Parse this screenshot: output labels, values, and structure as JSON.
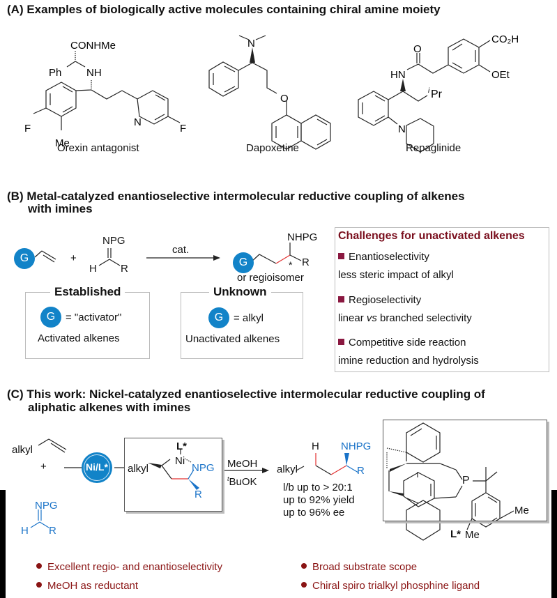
{
  "sectionA": {
    "title": "(A) Examples of biologically active molecules containing chiral amine moiety",
    "molecules": [
      {
        "name": "Orexin antagonist",
        "labels": {
          "amide": "CONHMe",
          "ph": "Ph",
          "nh": "NH",
          "f1": "F",
          "me": "Me",
          "n": "N",
          "f2": "F"
        }
      },
      {
        "name": "Dapoxetine",
        "labels": {
          "n": "N",
          "o": "O"
        }
      },
      {
        "name": "Repaglinide",
        "labels": {
          "o": "O",
          "hn": "HN",
          "co2h": "CO₂H",
          "oet": "OEt",
          "ipr": "iPr",
          "ipr_sup": "i",
          "ipr_main": "Pr",
          "n": "N"
        }
      }
    ]
  },
  "sectionB": {
    "title_line1": "(B) Metal-catalyzed enantioselective intermolecular reductive coupling of alkenes",
    "title_line2": "with imines",
    "g_label": "G",
    "plus": "+",
    "imine": {
      "npg": "NPG",
      "h": "H",
      "r": "R"
    },
    "arrow_label": "cat.",
    "product": {
      "nhpg": "NHPG",
      "star": "*",
      "r": "R",
      "note": "or regioisomer"
    },
    "established": {
      "title": "Established",
      "eq": "= \"activator\"",
      "caption": "Activated alkenes"
    },
    "unknown": {
      "title": "Unknown",
      "eq": "= alkyl",
      "caption": "Unactivated alkenes"
    },
    "challenges": {
      "title": "Challenges for unactivated alkenes",
      "items": [
        {
          "head": "Enantioselectivity",
          "detail": "less steric impact of alkyl"
        },
        {
          "head": "Regioselectivity",
          "detail_pre": "linear ",
          "detail_em": "vs",
          "detail_post": " branched selectivity"
        },
        {
          "head": "Competitive side reaction",
          "detail": "imine reduction and hydrolysis"
        }
      ]
    },
    "colors": {
      "g_circle": "#1283c8",
      "challenge_title": "#7a0f1e",
      "new_bond": "#e23030"
    }
  },
  "sectionC": {
    "title_line1": "(C) This work: Nickel-catalyzed enantioselective intermolecular reductive coupling of",
    "title_line2": "aliphatic alkenes with imines",
    "alkene_label": "alkyl",
    "plus": "+",
    "imine": {
      "npg": "NPG",
      "h": "H",
      "r": "R"
    },
    "catalyst": "Ni/L*",
    "intermediate": {
      "alkyl": "alkyl",
      "ligand": "L*",
      "ni": "Ni",
      "npg": "NPG",
      "r": "R"
    },
    "conditions": {
      "reagent1": "MeOH",
      "reagent2_sup": "t",
      "reagent2": "BuOK"
    },
    "product": {
      "h": "H",
      "nhpg": "NHPG",
      "alkyl": "alkyl",
      "r": "R"
    },
    "results": [
      "l/b up to > 20:1",
      "up to 92% yield",
      "up to 96% ee"
    ],
    "ligand": {
      "p": "P",
      "me1": "Me",
      "me2": "Me",
      "name": "L*"
    },
    "highlights": [
      "Excellent regio- and enantioselectivity",
      "MeOH as reductant",
      "Broad substrate scope",
      "Chiral spiro trialkyl phosphine ligand"
    ],
    "colors": {
      "blue": "#1a73c8",
      "highlight_text": "#8a1414"
    }
  }
}
